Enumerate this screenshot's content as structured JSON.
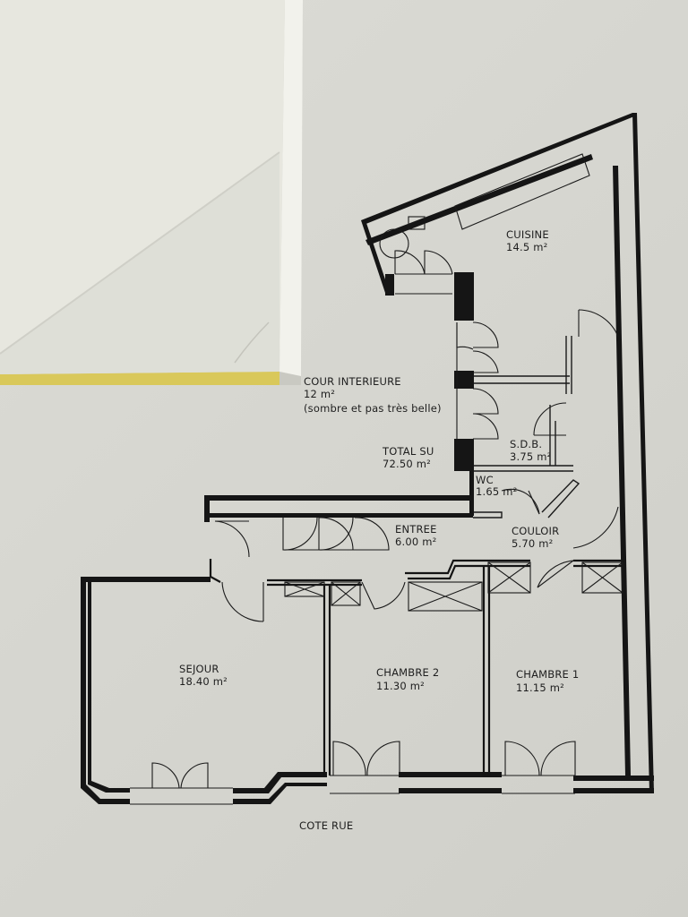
{
  "rooms": {
    "cuisine": {
      "name": "CUISINE",
      "area": "14.5 m²"
    },
    "cour": {
      "name": "COUR INTERIEURE",
      "area": "12 m²",
      "note": "(sombre et pas très belle)"
    },
    "total": {
      "name": "TOTAL SU",
      "area": "72.50 m²"
    },
    "sdb": {
      "name": "S.D.B.",
      "area": "3.75 m²"
    },
    "wc": {
      "name": "WC",
      "area": "1.65 m²"
    },
    "entree": {
      "name": "ENTREE",
      "area": "6.00 m²"
    },
    "couloir": {
      "name": "COULOIR",
      "area": "5.70 m²"
    },
    "sejour": {
      "name": "SEJOUR",
      "area": "18.40 m²"
    },
    "chambre2": {
      "name": "CHAMBRE 2",
      "area": "11.30 m²"
    },
    "chambre1": {
      "name": "CHAMBRE 1",
      "area": "11.15 m²"
    }
  },
  "street": {
    "label": "COTE RUE"
  },
  "colors": {
    "paper": "#d6d6d0",
    "ink": "#151515",
    "folder": "#e6e6de",
    "folder_edge": "#d9c85a"
  }
}
